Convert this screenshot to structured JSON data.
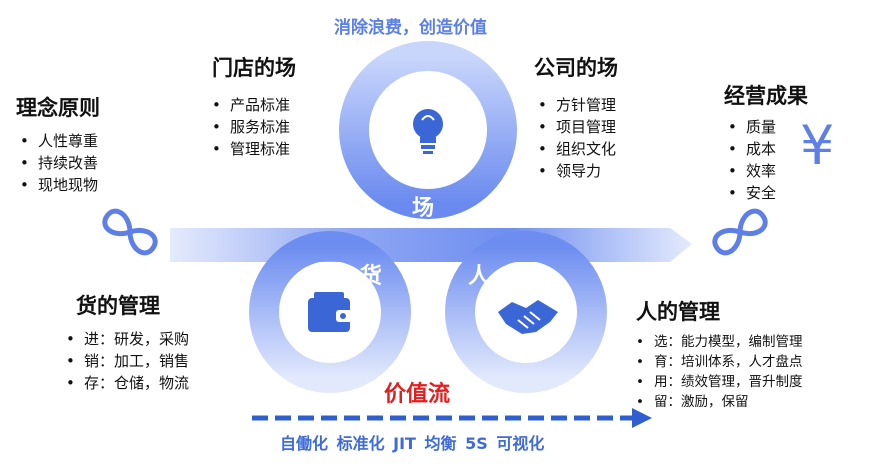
{
  "banner": "消除浪费，创造价值",
  "concept": {
    "title": "理念原则",
    "items": [
      "人性尊重",
      "持续改善",
      "现地现物"
    ]
  },
  "store": {
    "title": "门店的场",
    "items": [
      "产品标准",
      "服务标准",
      "管理标准"
    ]
  },
  "company": {
    "title": "公司的场",
    "items": [
      "方针管理",
      "项目管理",
      "组织文化",
      "领导力"
    ]
  },
  "results": {
    "title": "经营成果",
    "items": [
      "质量",
      "成本",
      "效率",
      "安全"
    ]
  },
  "goods": {
    "title": "货的管理",
    "items": [
      "进：研发，采购",
      "销：加工，销售",
      "存：仓储，物流"
    ]
  },
  "people": {
    "title": "人的管理",
    "items": [
      "选：能力模型，编制管理",
      "育：培训体系，人才盘点",
      "用：绩效管理，晋升制度",
      "留：激励，保留"
    ]
  },
  "loops": {
    "field": "场",
    "goods": "货",
    "person": "人"
  },
  "value_stream": "价值流",
  "tools": "自働化 标准化 JIT 均衡 5S 可视化",
  "icons": {
    "lightbulb": "lightbulb-icon",
    "wallet": "wallet-icon",
    "handshake": "handshake-icon",
    "infinity_left": "infinity-icon",
    "infinity_right": "infinity-icon",
    "yen": "yen-icon"
  },
  "colors": {
    "ribbon": "#6e8df0",
    "ribbon_light": "#dfe6fb",
    "accent": "#3f6bd9",
    "red": "#e02020",
    "arrow": "#2f5fce"
  }
}
